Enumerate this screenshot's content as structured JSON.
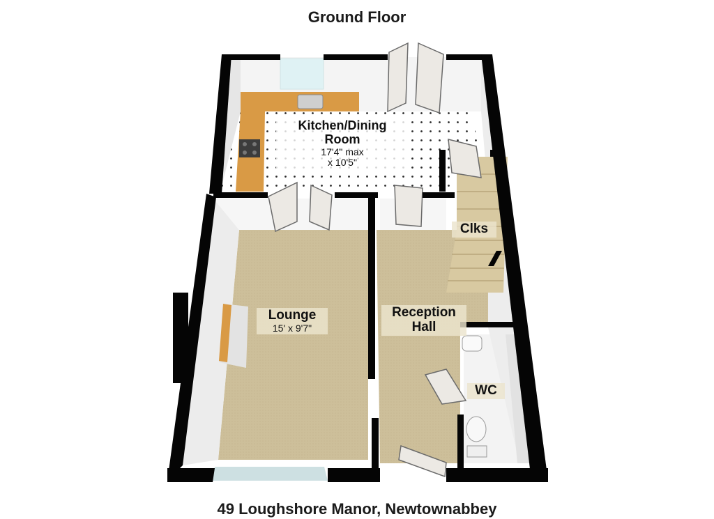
{
  "floor_title": "Ground Floor",
  "address": "49 Loughshore Manor, Newtownabbey",
  "rooms": {
    "kitchen": {
      "name_line1": "Kitchen/Dining",
      "name_line2": "Room",
      "dim_line1": "17'4\" max",
      "dim_line2": "x 10'5\""
    },
    "lounge": {
      "name": "Lounge",
      "dims": "15' x 9'7\""
    },
    "hall": {
      "name_line1": "Reception",
      "name_line2": "Hall"
    },
    "clks": {
      "name": "Clks"
    },
    "wc": {
      "name": "WC"
    }
  },
  "colors": {
    "wall": "#050505",
    "carpet": "#cdbf9a",
    "kitchen_floor": "#ffffff",
    "worktop": "#d99a45",
    "door": "#ece9e4",
    "stairs": "#d8c9a1"
  }
}
